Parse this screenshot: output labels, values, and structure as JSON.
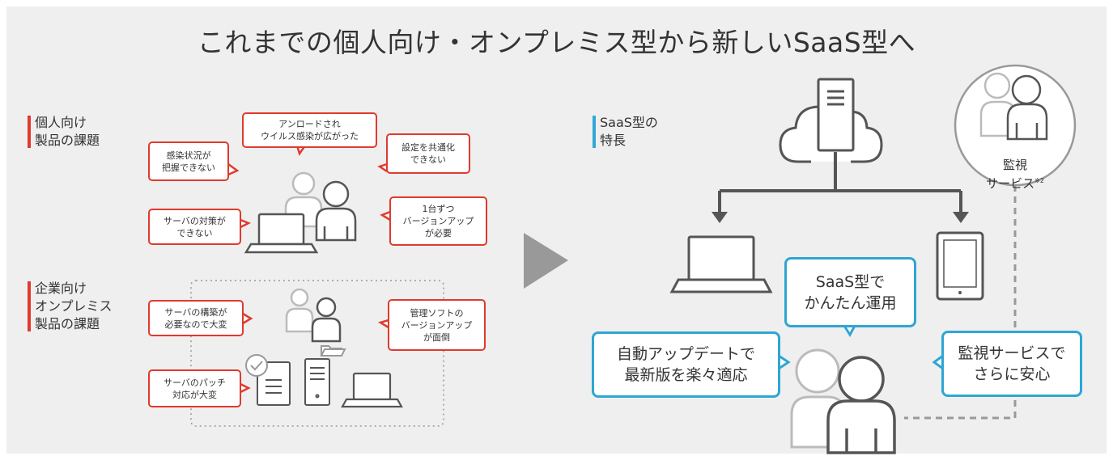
{
  "title": "これまでの個人向け・オンプレミス型から新しいSaaS型へ",
  "colors": {
    "red": "#e03a2d",
    "blue": "#2fa6d3",
    "background": "#efefef",
    "icon_gray": "#555555",
    "icon_light": "#bbbbbb",
    "arrow": "#999999"
  },
  "left": {
    "personal_heading": "個人向け\n製品の課題",
    "personal_issues": [
      "アンロードされ\nウイルス感染が広がった",
      "感染状況が\n把握できない",
      "設定を共通化\nできない",
      "サーバの対策が\nできない",
      "1台ずつ\nバージョンアップ\nが必要"
    ],
    "enterprise_heading": "企業向け\nオンプレミス\n製品の課題",
    "enterprise_issues": [
      "サーバの構築が\n必要なので大変",
      "管理ソフトの\nバージョンアップ\nが面倒",
      "サーバのパッチ\n対応が大変"
    ]
  },
  "right": {
    "heading": "SaaS型の\n特長",
    "monitor_label": "監視\nサービス",
    "monitor_note": "※2",
    "bubbles": [
      "SaaS型で\nかんたん運用",
      "自動アップデートで\n最新版を楽々適応",
      "監視サービスで\nさらに安心"
    ]
  }
}
